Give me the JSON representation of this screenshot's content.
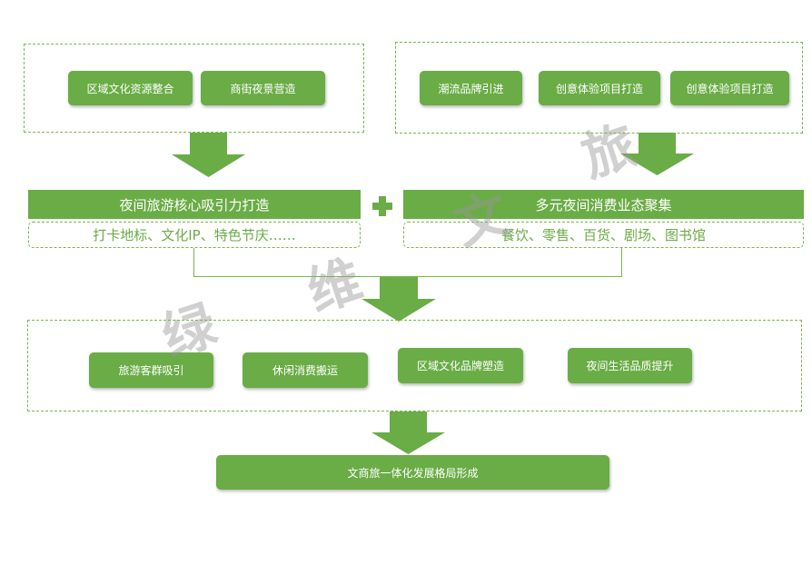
{
  "top_left": {
    "items": [
      "区域文化资源整合",
      "商街夜景营造"
    ]
  },
  "top_right": {
    "items": [
      "潮流品牌引进",
      "创意体验项目打造",
      "创意体验项目打造"
    ]
  },
  "left_header": {
    "title": "夜间旅游核心吸引力打造",
    "subtitle": "打卡地标、文化IP、特色节庆……"
  },
  "right_header": {
    "title": "多元夜间消费业态聚集",
    "subtitle": "餐饮、零售、百货、剧场、图书馆"
  },
  "plus_symbol": "✚",
  "middle": {
    "items": [
      "旅游客群吸引",
      "休闲消费搬运",
      "区域文化品牌塑造",
      "夜间生活品质提升"
    ]
  },
  "result": "文商旅一体化发展格局形成",
  "watermark_chars": [
    "绿",
    "维",
    "文",
    "旅"
  ],
  "colors": {
    "primary_green": "#6aac46",
    "dashed_border": "#7ab648",
    "watermark": "#969696"
  }
}
